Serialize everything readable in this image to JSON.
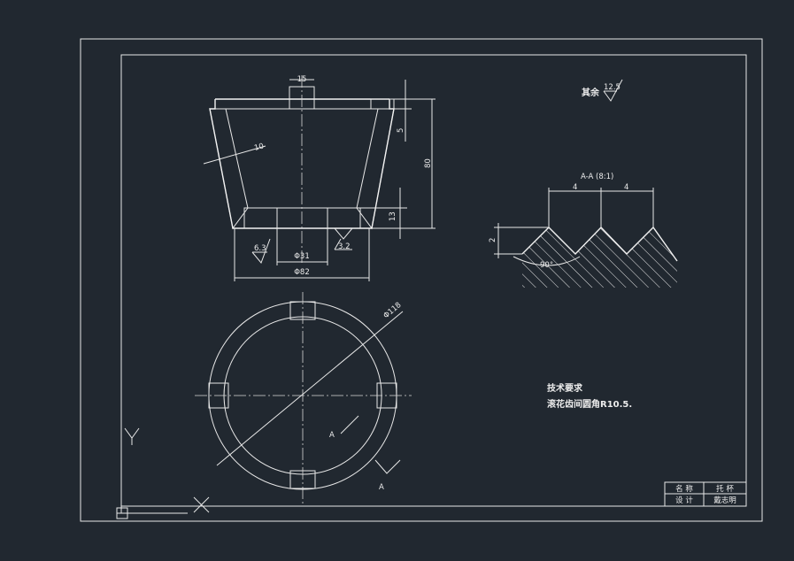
{
  "colors": {
    "background": "#212830",
    "lines": "#e8e8e8"
  },
  "dims": {
    "top_width": "15",
    "wall": "10",
    "rim": "5",
    "height": "80",
    "bottom": "13",
    "bore": "Φ31",
    "base": "Φ82",
    "outer": "Φ118"
  },
  "roughness": {
    "left": "6.3",
    "right": "3.2",
    "rest_label": "其余",
    "rest_value": "12.5"
  },
  "section": {
    "title": "A-A (8:1)",
    "pitch_left": "4",
    "pitch_right": "4",
    "depth": "2",
    "angle": "90°"
  },
  "section_marks": {
    "a1": "A",
    "a2": "A"
  },
  "notes": {
    "title": "技术要求",
    "line1": "滚花齿间圆角R10.5."
  },
  "title_block": {
    "r1c1": "名 称",
    "r1c2": "托 杯",
    "r2c1": "设 计",
    "r2c2": "戴志明"
  },
  "ucs": {
    "x": "X",
    "y": "Y"
  }
}
